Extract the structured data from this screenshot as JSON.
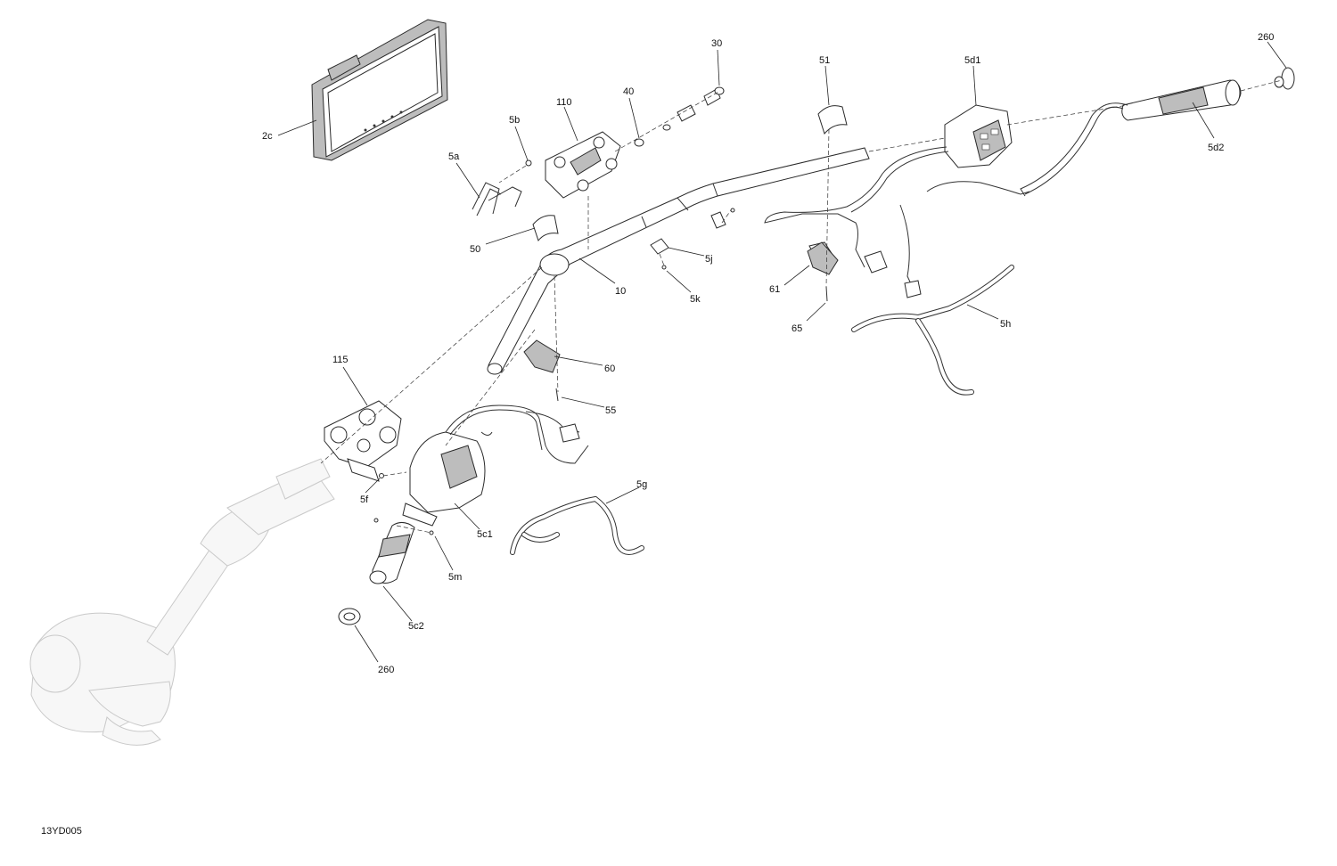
{
  "drawing_code": "13YD005",
  "callouts": {
    "c2c": "2c",
    "c5a": "5a",
    "c5b": "5b",
    "c110": "110",
    "c40": "40",
    "c30": "30",
    "c51": "51",
    "c5d1": "5d1",
    "c260a": "260",
    "c5d2": "5d2",
    "c50": "50",
    "c10": "10",
    "c5j": "5j",
    "c5k": "5k",
    "c61": "61",
    "c65": "65",
    "c5h": "5h",
    "c115": "115",
    "c60": "60",
    "c55": "55",
    "c5f": "5f",
    "c5g": "5g",
    "c5c1": "5c1",
    "c5m": "5m",
    "c5c2": "5c2",
    "c260b": "260"
  }
}
